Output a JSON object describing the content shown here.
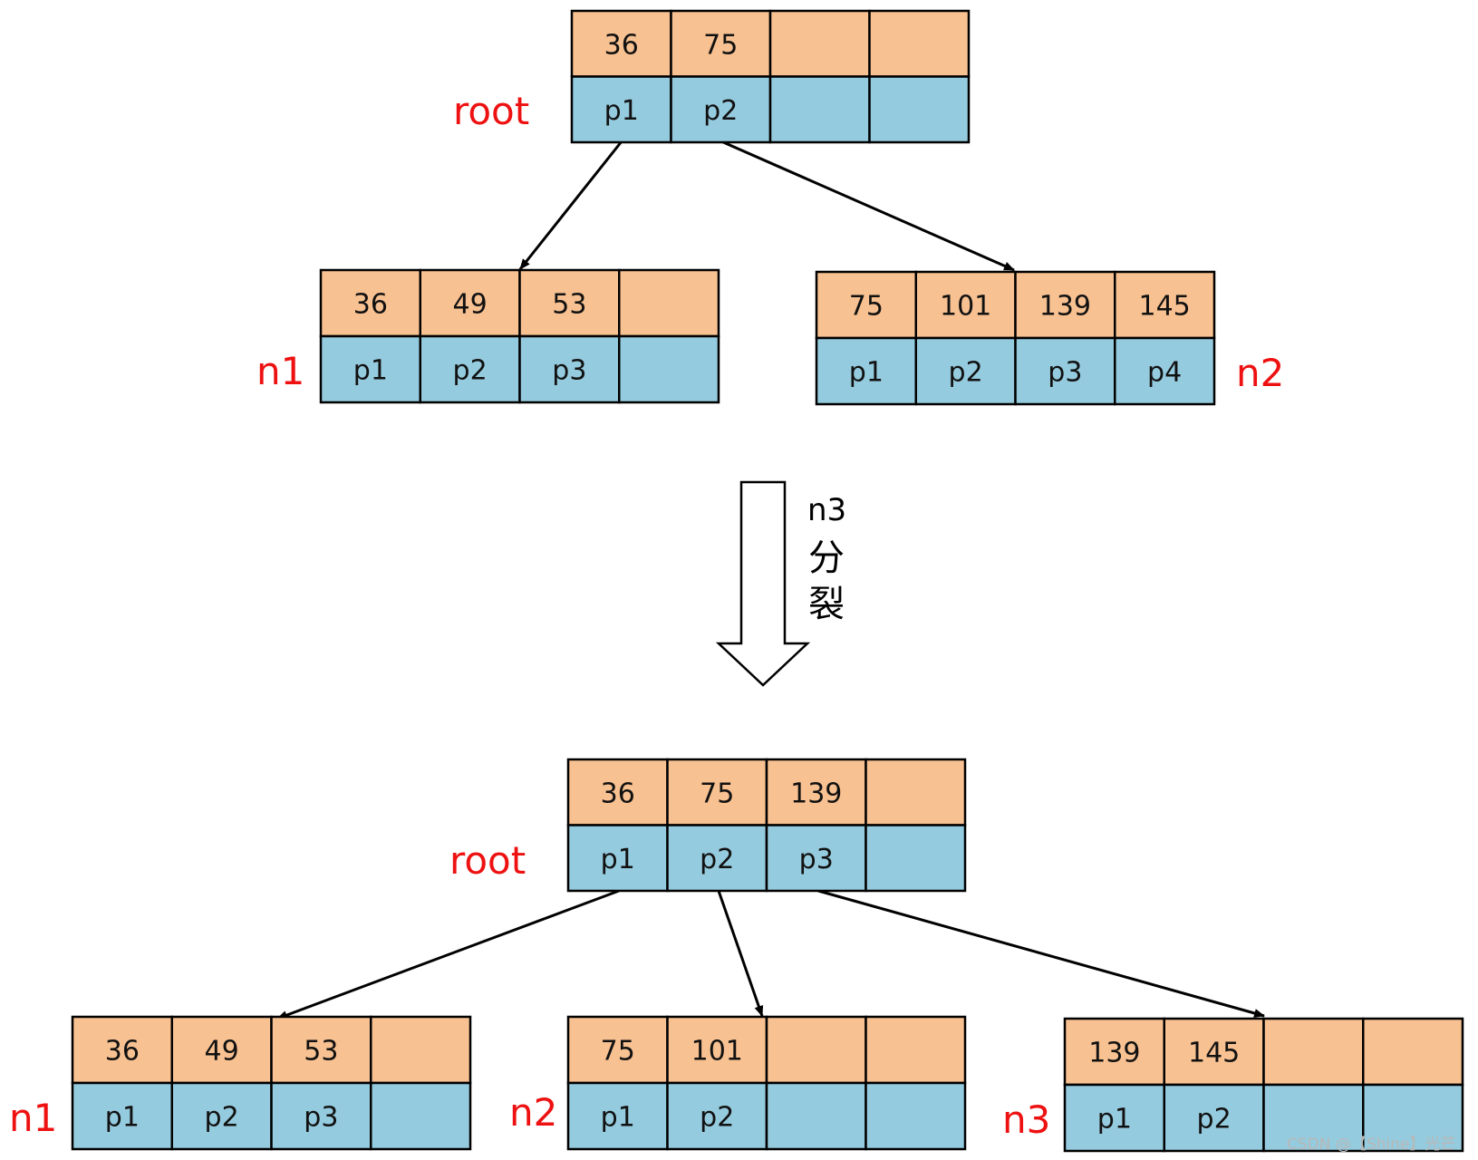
{
  "colors": {
    "key_cell": "#f8c191",
    "pointer_cell": "#95cbde",
    "label": "#ee1111",
    "line": "#000000"
  },
  "before": {
    "root": {
      "label": "root",
      "keys": [
        "36",
        "75",
        "",
        ""
      ],
      "pointers": [
        "p1",
        "p2",
        "",
        ""
      ]
    },
    "children": [
      {
        "label": "n1",
        "keys": [
          "36",
          "49",
          "53",
          ""
        ],
        "pointers": [
          "p1",
          "p2",
          "p3",
          ""
        ]
      },
      {
        "label": "n2",
        "keys": [
          "75",
          "101",
          "139",
          "145"
        ],
        "pointers": [
          "p1",
          "p2",
          "p3",
          "p4"
        ]
      }
    ]
  },
  "transition": {
    "line1": "n3",
    "line2": "分",
    "line3": "裂"
  },
  "after": {
    "root": {
      "label": "root",
      "keys": [
        "36",
        "75",
        "139",
        ""
      ],
      "pointers": [
        "p1",
        "p2",
        "p3",
        ""
      ]
    },
    "children": [
      {
        "label": "n1",
        "keys": [
          "36",
          "49",
          "53",
          ""
        ],
        "pointers": [
          "p1",
          "p2",
          "p3",
          ""
        ]
      },
      {
        "label": "n2",
        "keys": [
          "75",
          "101",
          "",
          ""
        ],
        "pointers": [
          "p1",
          "p2",
          "",
          ""
        ]
      },
      {
        "label": "n3",
        "keys": [
          "139",
          "145",
          "",
          ""
        ],
        "pointers": [
          "p1",
          "p2",
          "",
          ""
        ]
      }
    ]
  },
  "watermark": "CSDN @【Shine】光芒"
}
